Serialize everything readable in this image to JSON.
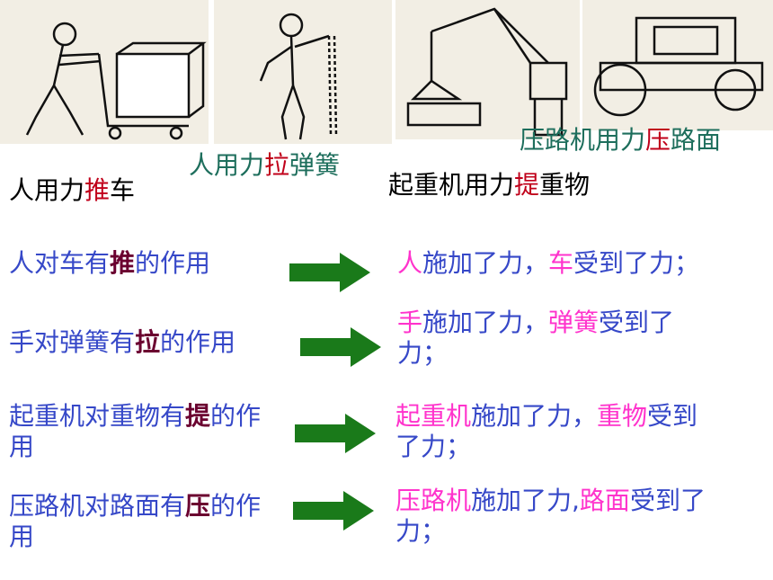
{
  "captions": {
    "push_car": {
      "pre": "人用力",
      "verb": "推",
      "post": "车"
    },
    "pull_spring": {
      "pre": "人用力",
      "verb": "拉",
      "post": "弹簧"
    },
    "crane": {
      "pre": "起重机用力",
      "verb": "提",
      "post": "重物"
    },
    "roller": {
      "pre": "压路机用力",
      "verb": "压",
      "post": "路面"
    }
  },
  "rows": [
    {
      "left": {
        "pre": "人对车有",
        "verb": "推",
        "post": "的作用"
      },
      "right": {
        "agent": "人",
        "mid": "施加了力，",
        "receiver": "车",
        "post": "受到了力；"
      }
    },
    {
      "left": {
        "pre": "手对弹簧有",
        "verb": "拉",
        "post": "的作用"
      },
      "right": {
        "agent": "手",
        "mid": "施加了力，",
        "receiver": "弹簧",
        "post": "受到了力；"
      }
    },
    {
      "left": {
        "pre": "起重机对重物有",
        "verb": "提",
        "post": "的作用"
      },
      "right": {
        "agent": "起重机",
        "mid": "施加了力，",
        "receiver": "重物",
        "post": "受到了力；"
      }
    },
    {
      "left": {
        "pre": "压路机对路面有",
        "verb": "压",
        "post": "的作用"
      },
      "right": {
        "agent": "压路机",
        "mid": "施加了力,",
        "receiver": "路面",
        "post": "受到了力；"
      }
    }
  ],
  "colors": {
    "arrow": "#1a7a1a",
    "teal": "#1d6e5c",
    "verb": "#c0001a",
    "blue": "#3648c8",
    "pink": "#ff33cc"
  }
}
